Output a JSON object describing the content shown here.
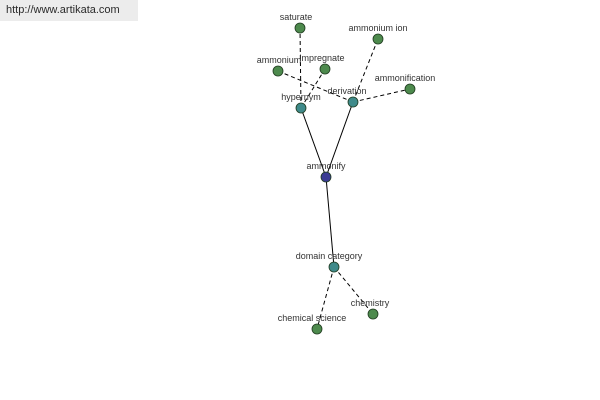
{
  "url": "http://www.artikata.com",
  "colors": {
    "center_node": "#3c3c94",
    "relation_node": "#3f8a8a",
    "leaf_node": "#4d8a4d",
    "edge": "#000000"
  },
  "graph": {
    "nodes": [
      {
        "id": "ammonify",
        "label": "ammonify",
        "kind": "center"
      },
      {
        "id": "hypernym",
        "label": "hypernym",
        "kind": "relation"
      },
      {
        "id": "derivation",
        "label": "derivation",
        "kind": "relation"
      },
      {
        "id": "domain-category",
        "label": "domain category",
        "kind": "relation"
      },
      {
        "id": "saturate",
        "label": "saturate",
        "kind": "leaf"
      },
      {
        "id": "impregnate",
        "label": "impregnate",
        "kind": "leaf"
      },
      {
        "id": "ammonium",
        "label": "ammonium",
        "kind": "leaf"
      },
      {
        "id": "ammonium-ion",
        "label": "ammonium ion",
        "kind": "leaf"
      },
      {
        "id": "ammonification",
        "label": "ammonification",
        "kind": "leaf"
      },
      {
        "id": "chemistry",
        "label": "chemistry",
        "kind": "leaf"
      },
      {
        "id": "chemical-science",
        "label": "chemical science",
        "kind": "leaf"
      }
    ],
    "edges": [
      {
        "from": "ammonify",
        "to": "hypernym",
        "style": "solid"
      },
      {
        "from": "ammonify",
        "to": "derivation",
        "style": "solid"
      },
      {
        "from": "ammonify",
        "to": "domain-category",
        "style": "solid"
      },
      {
        "from": "hypernym",
        "to": "saturate",
        "style": "dashed"
      },
      {
        "from": "hypernym",
        "to": "impregnate",
        "style": "dashed"
      },
      {
        "from": "derivation",
        "to": "ammonium",
        "style": "dashed"
      },
      {
        "from": "derivation",
        "to": "ammonium-ion",
        "style": "dashed"
      },
      {
        "from": "derivation",
        "to": "ammonification",
        "style": "dashed"
      },
      {
        "from": "domain-category",
        "to": "chemistry",
        "style": "dashed"
      },
      {
        "from": "domain-category",
        "to": "chemical-science",
        "style": "dashed"
      }
    ]
  }
}
